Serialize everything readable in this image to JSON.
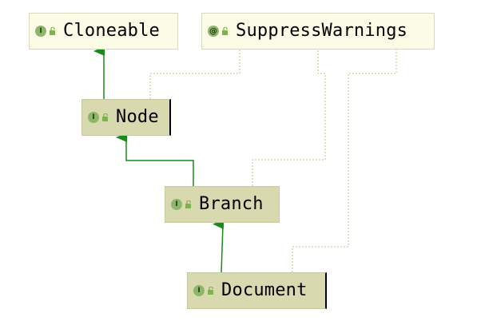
{
  "diagram": {
    "nodes": [
      {
        "id": "cloneable",
        "name": "Cloneable",
        "kind": "interface",
        "kind_glyph": "I"
      },
      {
        "id": "suppress",
        "name": "SuppressWarnings",
        "kind": "annotation",
        "kind_glyph": "@"
      },
      {
        "id": "node",
        "name": "Node",
        "kind": "interface",
        "kind_glyph": "I"
      },
      {
        "id": "branch",
        "name": "Branch",
        "kind": "interface",
        "kind_glyph": "I"
      },
      {
        "id": "document",
        "name": "Document",
        "kind": "interface",
        "kind_glyph": "I"
      }
    ],
    "edges": [
      {
        "from": "node",
        "to": "cloneable",
        "type": "extends"
      },
      {
        "from": "branch",
        "to": "node",
        "type": "extends"
      },
      {
        "from": "document",
        "to": "branch",
        "type": "extends"
      },
      {
        "from": "node",
        "to": "suppress",
        "type": "annotated-by"
      },
      {
        "from": "branch",
        "to": "suppress",
        "type": "annotated-by"
      },
      {
        "from": "document",
        "to": "suppress",
        "type": "annotated-by"
      }
    ]
  },
  "colors": {
    "extends_edge": "#1a8a1a",
    "annotation_edge": "#c8c08c",
    "interface_icon": "#8fb56a",
    "access_icon": "#7fb24e",
    "node_light_bg": "#fbfbe6",
    "node_dark_bg": "#d9d9b0"
  },
  "icons": {
    "interface": "interface-icon",
    "annotation": "annotation-icon",
    "access": "open-lock-icon"
  }
}
